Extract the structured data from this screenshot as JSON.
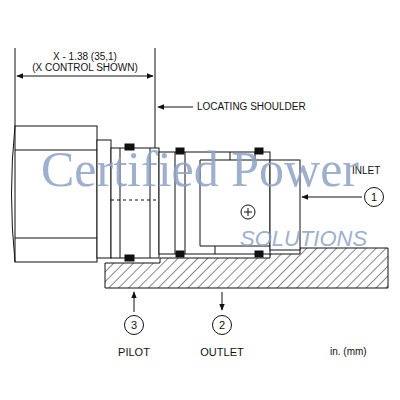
{
  "diagram": {
    "nodes": [
      {
        "text": [
          "1"
        ]
      },
      {
        "text": [
          "3"
        ]
      },
      {
        "text": [
          "2"
        ]
      }
    ],
    "labels": [
      "X - 1.38 (35,1)",
      "(X CONTROL SHOWN)",
      "LOCATING SHOULDER",
      "INLET",
      "PILOT",
      "OUTLET",
      "in. (mm)",
      "Certified Power",
      "SOLUTIONS"
    ]
  }
}
